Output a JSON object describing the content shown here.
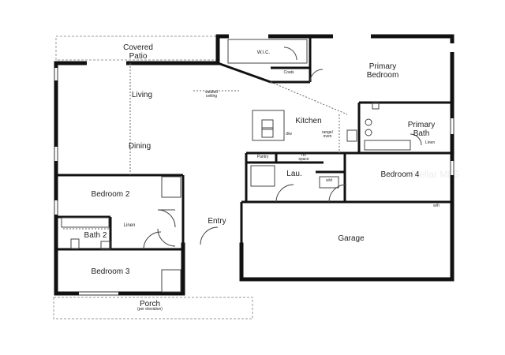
{
  "plan": {
    "rooms": {
      "covered_patio": "Covered\nPatio",
      "wic": "W.I.C.",
      "primary_bedroom": "Primary\nBedroom",
      "coats": "Coats",
      "living": "Living",
      "vaulted": "vaulted\nceiling",
      "kitchen": "Kitchen",
      "dw": "d/w",
      "range_oven": "range/\noven",
      "primary_bath": "Primary\nBath",
      "linen_primary": "Linen",
      "dining": "Dining",
      "pantry": "Pantry",
      "ref_space": "ref\nspace",
      "lau": "Lau.",
      "wd": "w/d",
      "bedroom_4": "Bedroom 4",
      "wh": "w/h",
      "bedroom_2": "Bedroom 2",
      "linen_bath2": "Linen",
      "bath_2": "Bath 2",
      "entry": "Entry",
      "garage": "Garage",
      "bedroom_3": "Bedroom 3",
      "porch": "Porch",
      "porch_note": "(per elevation)"
    },
    "watermark": "Stellar MLS"
  }
}
